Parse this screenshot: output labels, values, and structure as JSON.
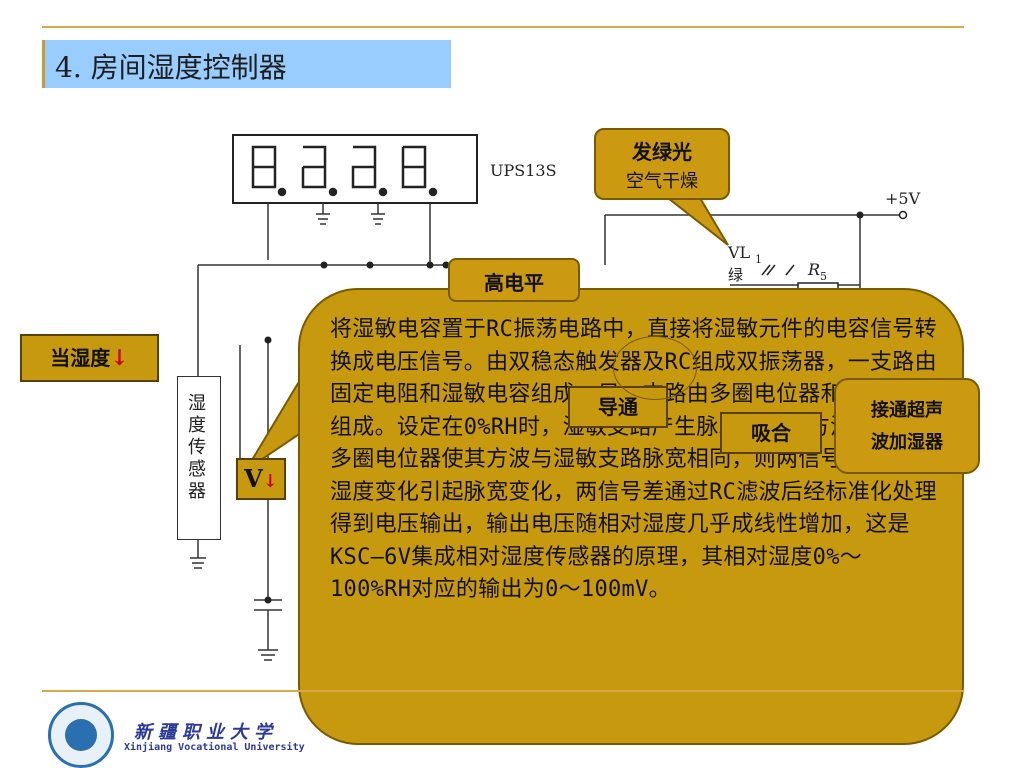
{
  "slide": {
    "title": "4. 房间湿度控制器"
  },
  "circuit": {
    "display_label": "UPS13S",
    "vcc_label": "+5V",
    "led_label": "VL",
    "led_subscript": "1",
    "led_color_label": "绿",
    "resistor_label": "R",
    "resistor_subscript": "5",
    "sensor_label": "湿度传感器"
  },
  "callouts": {
    "green_light_line1": "发绿光",
    "green_light_line2": "空气干燥",
    "high_level": "高电平",
    "humidity_drop": "当湿度",
    "voltage_drop": "V",
    "conduct": "导通",
    "attract": "吸合",
    "ultrasonic_line1": "接通超声",
    "ultrasonic_line2": "波加湿器",
    "arrow_symbol": "↓"
  },
  "main_text": "将湿敏电容置于RC振荡电路中，直接将湿敏元件的电容信号转换成电压信号。由双稳态触发器及RC组成双振荡器，一支路由固定电阻和湿敏电容组成，另一支路由多圈电位器和固定电容组成。设定在0%RH时，湿敏支路产生脉冲宽度的方波，调整多圈电位器使其方波与湿敏支路脉宽相同，则两信号差为0，湿度变化引起脉宽变化，两信号差通过RC滤波后经标准化处理得到电压输出，输出电压随相对湿度几乎成线性增加，这是KSC—6V集成相对湿度传感器的原理，其相对湿度0%～100%RH对应的输出为0～100mV。",
  "footer": {
    "logo_cn": "新疆职业大学",
    "logo_en": "Xinjiang Vocational University"
  },
  "colors": {
    "callout": "#c7990e",
    "title_bar": "#99ccff",
    "rule": "#d7a94a",
    "arrow": "#cc0000"
  }
}
